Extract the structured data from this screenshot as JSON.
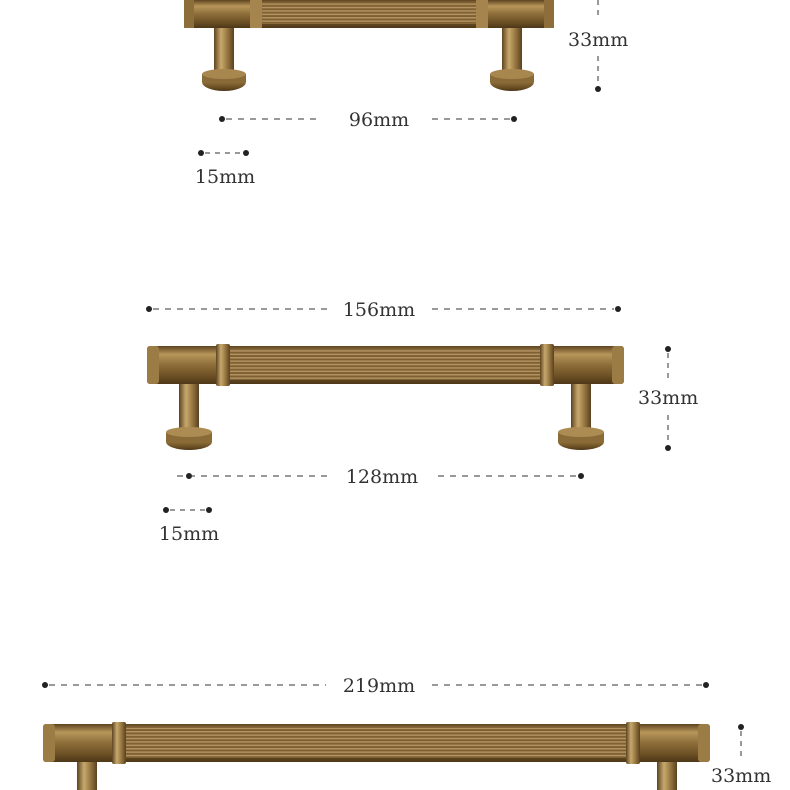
{
  "colors": {
    "background": "#ffffff",
    "dimension_line": "#333333",
    "brass_dark": "#6b4f24",
    "brass_mid": "#9a7a43",
    "brass_light": "#c7a96e"
  },
  "handles": [
    {
      "handle_id": "small",
      "overall": "",
      "height": "33mm",
      "hole_spacing": "96mm",
      "post_diameter": "15mm"
    },
    {
      "handle_id": "medium",
      "overall": "156mm",
      "height": "33mm",
      "hole_spacing": "128mm",
      "post_diameter": "15mm"
    },
    {
      "handle_id": "large",
      "overall": "219mm",
      "height": "33mm",
      "hole_spacing": "",
      "post_diameter": ""
    }
  ]
}
